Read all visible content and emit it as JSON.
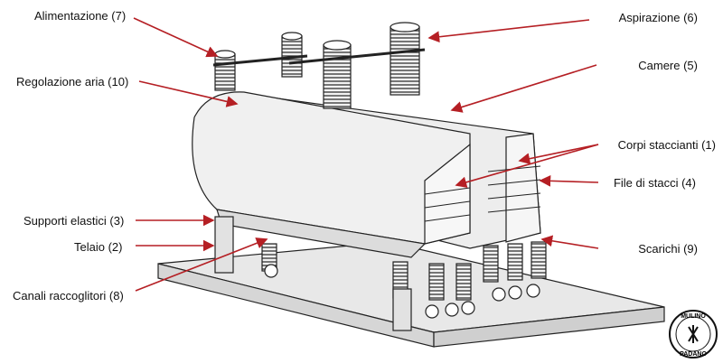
{
  "labels": {
    "alimentazione": "Alimentazione (7)",
    "aspirazione": "Aspirazione (6)",
    "regolazione": "Regolazione aria (10)",
    "camere": "Camere (5)",
    "corpi": "Corpi staccianti (1)",
    "file": "File di stacci (4)",
    "supporti": "Supporti elastici (3)",
    "telaio": "Telaio (2)",
    "scarichi": "Scarichi (9)",
    "canali": "Canali raccoglitori (8)"
  },
  "logo": {
    "top": "MULINO",
    "bottom": "PADANO"
  },
  "colors": {
    "arrow": "#b51f24",
    "line": "#222222",
    "fill": "#ececec"
  }
}
